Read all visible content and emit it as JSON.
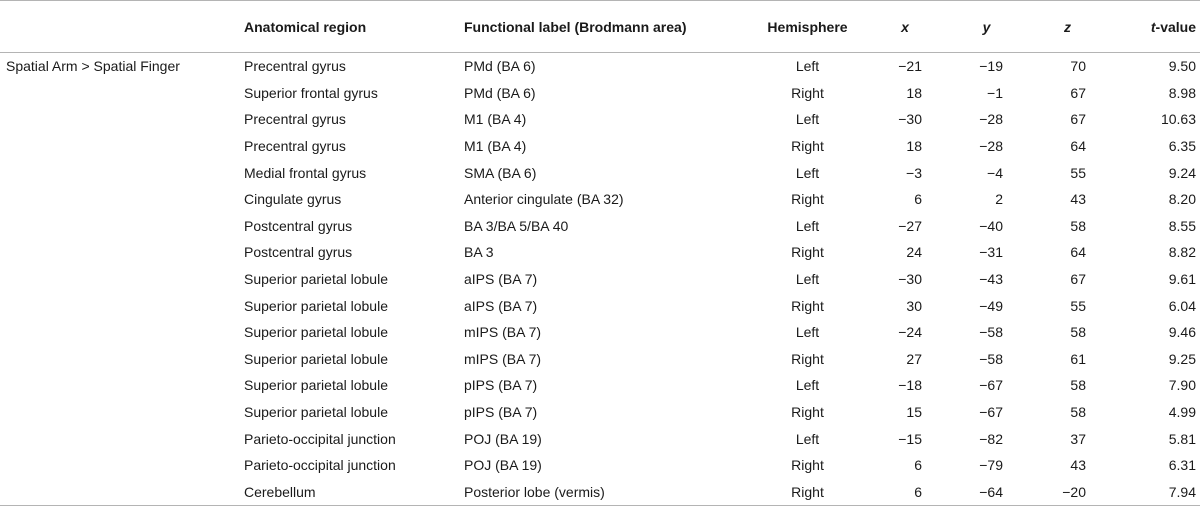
{
  "table": {
    "headers": {
      "contrast": "",
      "region": "Anatomical region",
      "label": "Functional label (Brodmann area)",
      "hemisphere": "Hemisphere",
      "x": "x",
      "y": "y",
      "z": "z",
      "t_italic": "t",
      "t_rest": "-value"
    },
    "contrast_label": "Spatial Arm > Spatial Finger",
    "rows": [
      {
        "region": "Precentral gyrus",
        "label": "PMd (BA 6)",
        "hemisphere": "Left",
        "x": "−21",
        "y": "−19",
        "z": "70",
        "t": "9.50"
      },
      {
        "region": "Superior frontal gyrus",
        "label": "PMd (BA 6)",
        "hemisphere": "Right",
        "x": "18",
        "y": "−1",
        "z": "67",
        "t": "8.98"
      },
      {
        "region": "Precentral gyrus",
        "label": "M1 (BA 4)",
        "hemisphere": "Left",
        "x": "−30",
        "y": "−28",
        "z": "67",
        "t": "10.63"
      },
      {
        "region": "Precentral gyrus",
        "label": "M1 (BA 4)",
        "hemisphere": "Right",
        "x": "18",
        "y": "−28",
        "z": "64",
        "t": "6.35"
      },
      {
        "region": "Medial frontal gyrus",
        "label": "SMA (BA 6)",
        "hemisphere": "Left",
        "x": "−3",
        "y": "−4",
        "z": "55",
        "t": "9.24"
      },
      {
        "region": "Cingulate gyrus",
        "label": "Anterior cingulate (BA 32)",
        "hemisphere": "Right",
        "x": "6",
        "y": "2",
        "z": "43",
        "t": "8.20"
      },
      {
        "region": "Postcentral gyrus",
        "label": "BA 3/BA 5/BA 40",
        "hemisphere": "Left",
        "x": "−27",
        "y": "−40",
        "z": "58",
        "t": "8.55"
      },
      {
        "region": "Postcentral gyrus",
        "label": "BA 3",
        "hemisphere": "Right",
        "x": "24",
        "y": "−31",
        "z": "64",
        "t": "8.82"
      },
      {
        "region": "Superior parietal lobule",
        "label": "aIPS (BA 7)",
        "hemisphere": "Left",
        "x": "−30",
        "y": "−43",
        "z": "67",
        "t": "9.61"
      },
      {
        "region": "Superior parietal lobule",
        "label": "aIPS (BA 7)",
        "hemisphere": "Right",
        "x": "30",
        "y": "−49",
        "z": "55",
        "t": "6.04"
      },
      {
        "region": "Superior parietal lobule",
        "label": "mIPS (BA 7)",
        "hemisphere": "Left",
        "x": "−24",
        "y": "−58",
        "z": "58",
        "t": "9.46"
      },
      {
        "region": "Superior parietal lobule",
        "label": "mIPS (BA 7)",
        "hemisphere": "Right",
        "x": "27",
        "y": "−58",
        "z": "61",
        "t": "9.25"
      },
      {
        "region": "Superior parietal lobule",
        "label": "pIPS (BA 7)",
        "hemisphere": "Left",
        "x": "−18",
        "y": "−67",
        "z": "58",
        "t": "7.90"
      },
      {
        "region": "Superior parietal lobule",
        "label": "pIPS (BA 7)",
        "hemisphere": "Right",
        "x": "15",
        "y": "−67",
        "z": "58",
        "t": "4.99"
      },
      {
        "region": "Parieto-occipital junction",
        "label": "POJ (BA 19)",
        "hemisphere": "Left",
        "x": "−15",
        "y": "−82",
        "z": "37",
        "t": "5.81"
      },
      {
        "region": "Parieto-occipital junction",
        "label": "POJ (BA 19)",
        "hemisphere": "Right",
        "x": "6",
        "y": "−79",
        "z": "43",
        "t": "6.31"
      },
      {
        "region": "Cerebellum",
        "label": "Posterior lobe (vermis)",
        "hemisphere": "Right",
        "x": "6",
        "y": "−64",
        "z": "−20",
        "t": "7.94"
      }
    ]
  }
}
